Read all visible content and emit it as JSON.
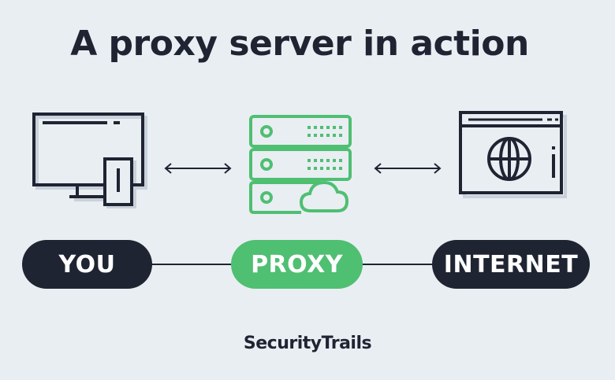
{
  "title": "A proxy server in action",
  "nodes": {
    "you": "YOU",
    "proxy": "PROXY",
    "internet": "INTERNET"
  },
  "brand": "SecurityTrails",
  "icons": {
    "you": "desktop-and-phone-icon",
    "proxy": "server-cloud-icon",
    "internet": "browser-globe-icon"
  },
  "colors": {
    "background": "#e9eef3",
    "dark": "#1f2433",
    "accent_green": "#4fbf72"
  }
}
